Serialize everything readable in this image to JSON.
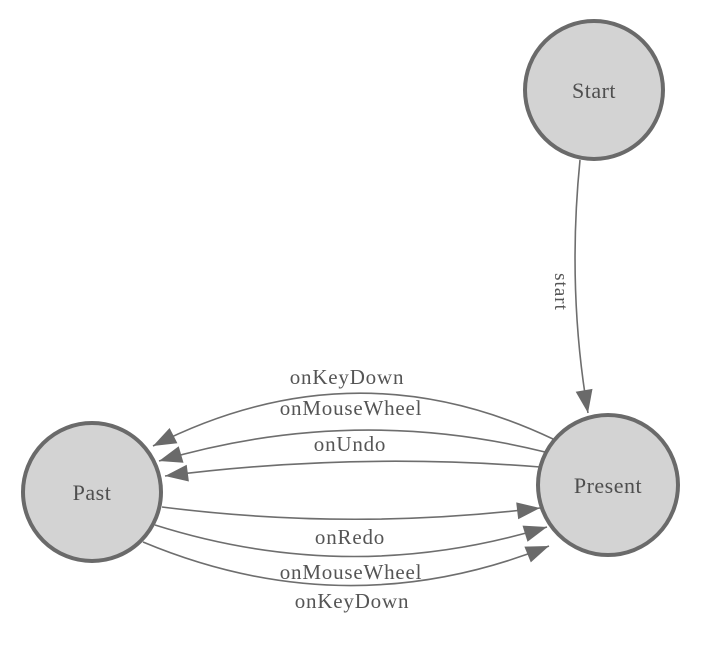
{
  "diagram": {
    "type": "state-machine",
    "background_color": "#ffffff",
    "colors": {
      "node_fill": "#d3d3d3",
      "node_stroke": "#6a6a6a",
      "edge_stroke": "#6e6e6e",
      "arrowhead_fill": "#6a6a6a",
      "label_text": "#555555"
    },
    "nodes": [
      {
        "id": "start",
        "label": "Start"
      },
      {
        "id": "past",
        "label": "Past"
      },
      {
        "id": "present",
        "label": "Present"
      }
    ],
    "edges": [
      {
        "id": "start-to-present",
        "from": "Start",
        "to": "Present",
        "label": "start"
      },
      {
        "id": "present-to-past-onkeydown",
        "from": "Present",
        "to": "Past",
        "label": "onKeyDown"
      },
      {
        "id": "present-to-past-onmousewheel",
        "from": "Present",
        "to": "Past",
        "label": "onMouseWheel"
      },
      {
        "id": "present-to-past-onundo",
        "from": "Present",
        "to": "Past",
        "label": "onUndo"
      },
      {
        "id": "past-to-present-onredo",
        "from": "Past",
        "to": "Present",
        "label": "onRedo"
      },
      {
        "id": "past-to-present-onmousewheel",
        "from": "Past",
        "to": "Present",
        "label": "onMouseWheel"
      },
      {
        "id": "past-to-present-onkeydown",
        "from": "Past",
        "to": "Present",
        "label": "onKeyDown"
      }
    ]
  }
}
